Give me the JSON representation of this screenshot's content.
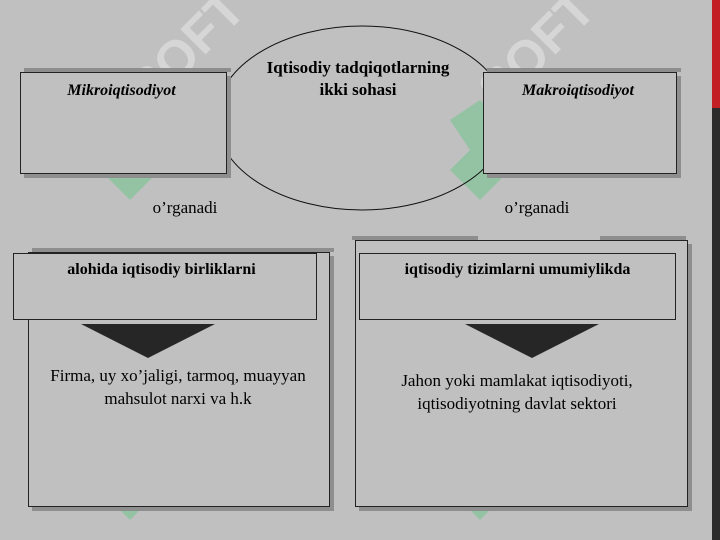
{
  "center": {
    "title": "Iqtisodiy tadqiqotlarning ikki sohasi"
  },
  "left": {
    "heading": "Mikroiqtisodiyot",
    "verb": "o’rganadi",
    "subject": "alohida iqtisodiy birliklarni",
    "examples": "Firma, uy xo’jaligi, tarmoq, muayyan mahsulot narxi va h.k"
  },
  "right": {
    "heading": "Makroiqtisodiyot",
    "verb": "o’rganadi",
    "subject": "iqtisodiy tizimlarni umumiylikda",
    "examples": "Jahon yoki mamlakat iqtisodiyoti, iqtisodiyotning davlat sektori"
  },
  "colors": {
    "background": "#c0c0c0",
    "accent_red": "#c21e26",
    "watermark_green": "#33cc66"
  }
}
